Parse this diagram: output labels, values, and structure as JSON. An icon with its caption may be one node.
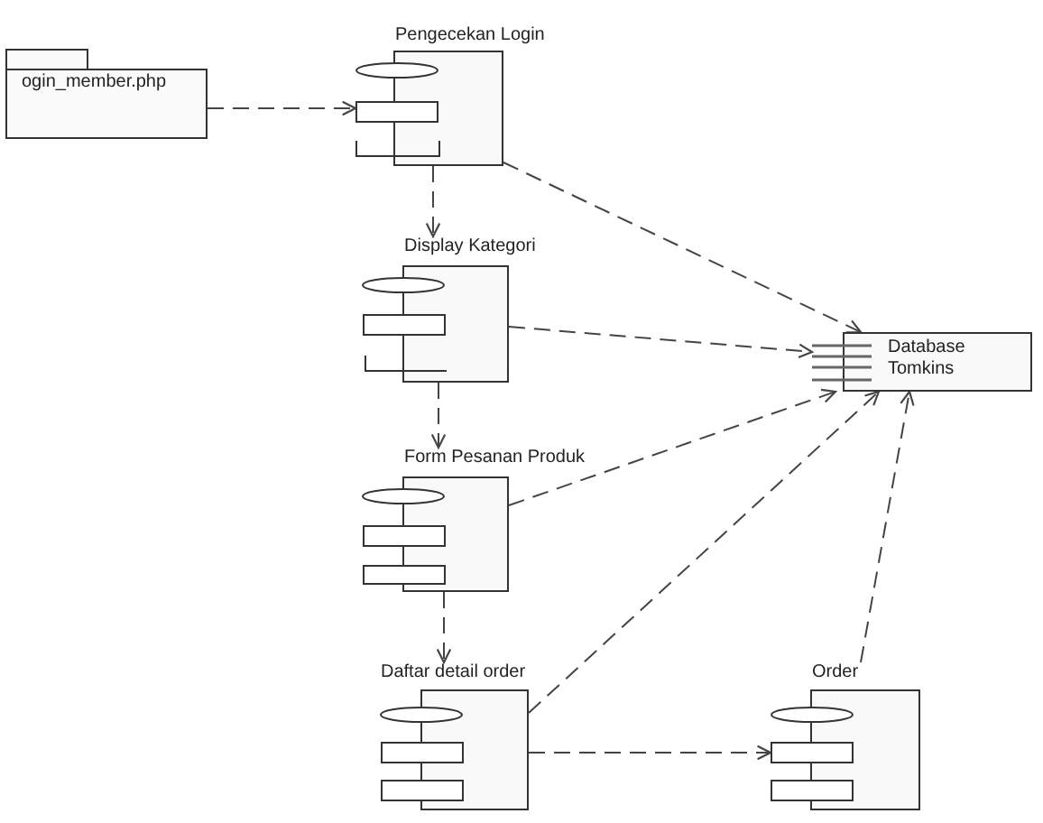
{
  "diagram": {
    "nodes": [
      {
        "text": [
          "ogin_member.php"
        ]
      },
      {
        "text": [
          "Pengecekan Login"
        ]
      },
      {
        "text": [
          "Display Kategori"
        ]
      },
      {
        "text": [
          "Form Pesanan Produk"
        ]
      },
      {
        "text": [
          "Daftar detail order"
        ]
      },
      {
        "text": [
          "Order"
        ]
      },
      {
        "text": [
          "Database Tomkins"
        ]
      }
    ],
    "edges": [
      {
        "from": 0,
        "to": 1,
        "arrow": "to",
        "style": "dashed"
      },
      {
        "from": 1,
        "to": 6,
        "arrow": "to",
        "style": "dashed"
      },
      {
        "from": 1,
        "to": 2,
        "arrow": "to",
        "style": "dashed"
      },
      {
        "from": 2,
        "to": 6,
        "arrow": "to",
        "style": "dashed"
      },
      {
        "from": 2,
        "to": 3,
        "arrow": "to",
        "style": "dashed"
      },
      {
        "from": 3,
        "to": 6,
        "arrow": "to",
        "style": "dashed"
      },
      {
        "from": 3,
        "to": 4,
        "arrow": "to",
        "style": "dashed"
      },
      {
        "from": 4,
        "to": 6,
        "arrow": "to",
        "style": "dashed"
      },
      {
        "from": 4,
        "to": 5,
        "arrow": "to",
        "style": "dashed"
      },
      {
        "from": 5,
        "to": 6,
        "arrow": "to",
        "style": "dashed"
      }
    ]
  }
}
